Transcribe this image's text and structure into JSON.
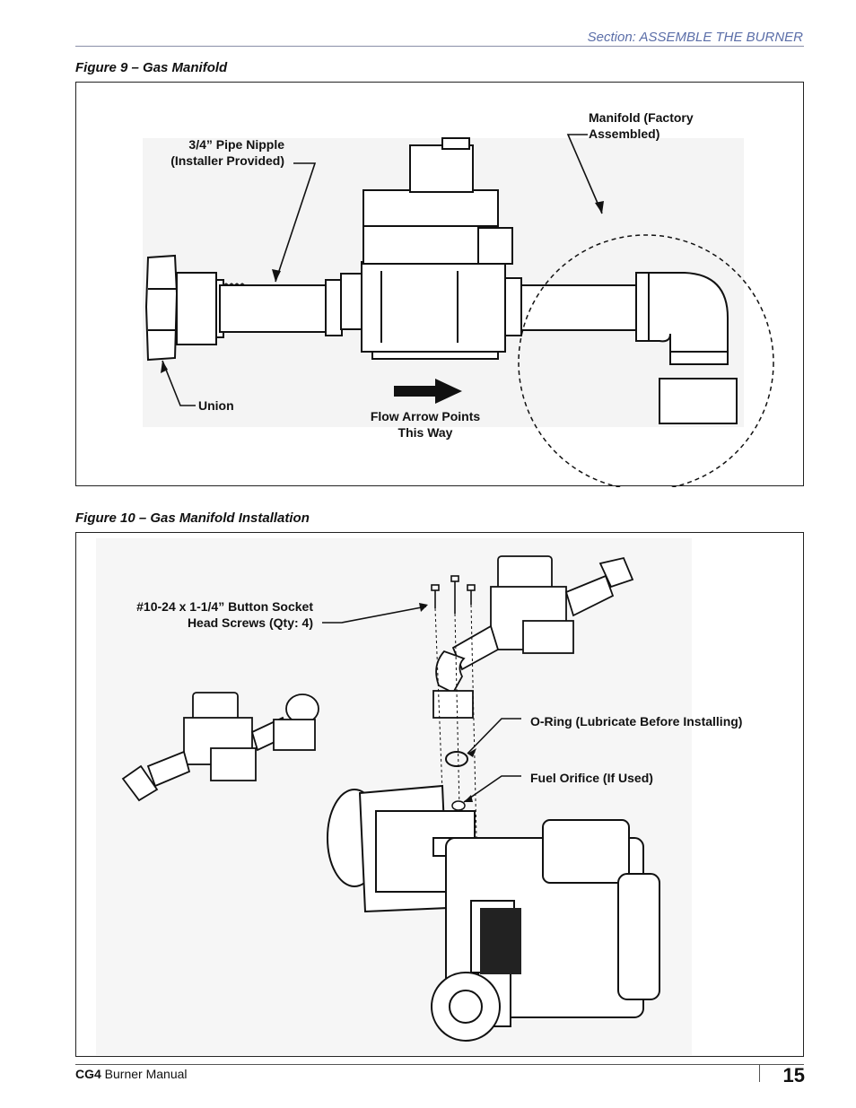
{
  "header": {
    "section": "Section: ASSEMBLE THE BURNER"
  },
  "figure9": {
    "caption": "Figure 9 – Gas Manifold",
    "labels": {
      "pipe_nipple_line1": "3/4” Pipe Nipple",
      "pipe_nipple_line2": "(Installer Provided)",
      "manifold_line1": "Manifold (Factory",
      "manifold_line2": "Assembled)",
      "union": "Union",
      "flow_line1": "Flow Arrow Points",
      "flow_line2": "This Way"
    }
  },
  "figure10": {
    "caption": "Figure 10 – Gas Manifold Installation",
    "labels": {
      "screws_line1": "#10-24 x 1-1/4” Button Socket",
      "screws_line2": "Head Screws (Qty: 4)",
      "oring": "O-Ring (Lubricate Before Installing)",
      "orifice": "Fuel Orifice (If Used)"
    }
  },
  "footer": {
    "brand": "CG4",
    "title": " Burner Manual",
    "page": "15"
  }
}
